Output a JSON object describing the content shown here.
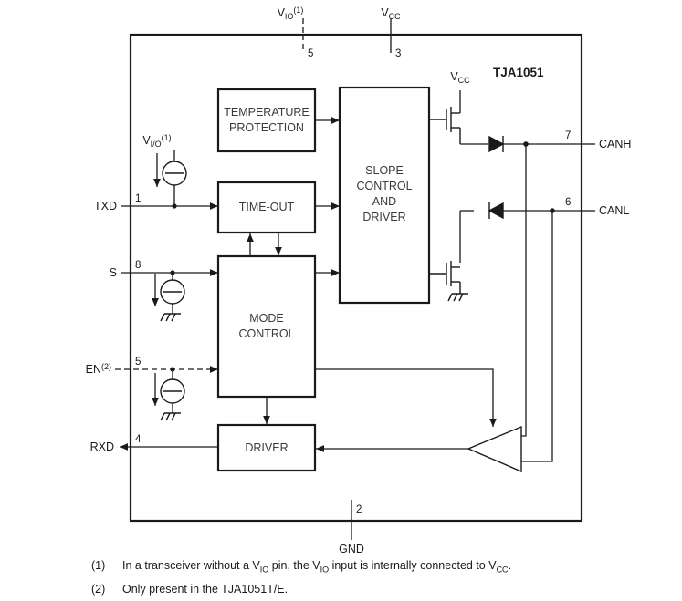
{
  "part": {
    "name": "TJA1051"
  },
  "supply_pins": {
    "vio_top": {
      "label_main": "V",
      "label_sub": "IO",
      "label_sup": "(1)",
      "pin": "5"
    },
    "vcc_top": {
      "label_main": "V",
      "label_sub": "CC",
      "pin": "3"
    },
    "vcc_driver": {
      "label_main": "V",
      "label_sub": "CC"
    },
    "gnd": {
      "label": "GND",
      "pin": "2"
    }
  },
  "left_pins": [
    {
      "name": "TXD",
      "pin": "1",
      "direction": "in",
      "dashed": false
    },
    {
      "name": "S",
      "pin": "8",
      "direction": "in",
      "dashed": false
    },
    {
      "name": "EN",
      "pin": "5",
      "direction": "in",
      "dashed": true,
      "sup": "(2)"
    },
    {
      "name": "RXD",
      "pin": "4",
      "direction": "out",
      "dashed": false
    }
  ],
  "right_pins": [
    {
      "name": "CANH",
      "pin": "7"
    },
    {
      "name": "CANL",
      "pin": "6"
    }
  ],
  "internal_sources": [
    {
      "name": "vio-pullup-txd",
      "label_main": "V",
      "label_sub": "I/O",
      "label_sup": "(1)",
      "type": "pull-up"
    },
    {
      "name": "pulldown-s",
      "type": "pull-down"
    },
    {
      "name": "pulldown-en",
      "type": "pull-down"
    }
  ],
  "blocks": [
    {
      "id": "temperature-protection",
      "lines": [
        "TEMPERATURE",
        "PROTECTION"
      ]
    },
    {
      "id": "time-out",
      "lines": [
        "TIME-OUT"
      ]
    },
    {
      "id": "mode-control",
      "lines": [
        "MODE",
        "CONTROL"
      ]
    },
    {
      "id": "driver",
      "lines": [
        "DRIVER"
      ]
    },
    {
      "id": "slope-control-and-driver",
      "lines": [
        "SLOPE",
        "CONTROL",
        "AND",
        "DRIVER"
      ]
    }
  ],
  "notes": [
    {
      "num": "(1)",
      "parts": [
        {
          "t": "In a transceiver without a V"
        },
        {
          "t": "IO",
          "sub": true
        },
        {
          "t": " pin, the V"
        },
        {
          "t": "IO",
          "sub": true
        },
        {
          "t": " input is internally connected to V"
        },
        {
          "t": "CC",
          "sub": true
        },
        {
          "t": "."
        }
      ]
    },
    {
      "num": "(2)",
      "parts": [
        {
          "t": "Only present in the TJA1051T/E."
        }
      ]
    }
  ],
  "colors": {
    "line": "#1a1a1a",
    "background": "#ffffff",
    "block_text": "#3a3a3a"
  }
}
